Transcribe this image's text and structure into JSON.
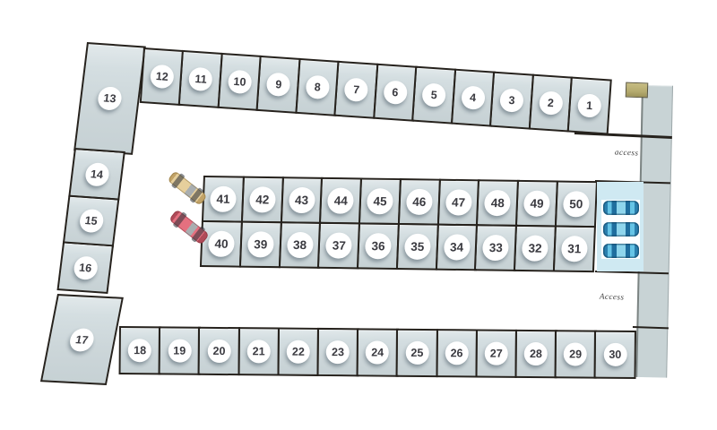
{
  "colors": {
    "unit-fill": "#ccd6d9",
    "unit-fill-light": "#e2e9eb",
    "outline": "#26221d",
    "road": "#c8d3d5",
    "parking": "#cfe9f2",
    "parking-inner": "#fdfeff",
    "gate": "#b5ab6f",
    "badge-bg": "#ffffff",
    "badge-text": "#3a3a40",
    "car-blue": "#4fb3da",
    "car-tan": "#e6cf9c",
    "car-red": "#e4707f",
    "label-color": "#3a3a3a"
  },
  "plan": {
    "top_corner_unit": "13",
    "top_row_units": [
      "12",
      "11",
      "10",
      "9",
      "8",
      "7",
      "6",
      "5",
      "4",
      "3",
      "2",
      "1"
    ],
    "left_column_units": [
      "14",
      "15",
      "16"
    ],
    "bottom_corner_unit": "17",
    "bottom_row_units": [
      "18",
      "19",
      "20",
      "21",
      "22",
      "23",
      "24",
      "25",
      "26",
      "27",
      "28",
      "29",
      "30"
    ],
    "island_top_row_units": [
      "41",
      "42",
      "43",
      "44",
      "45",
      "46",
      "47",
      "48",
      "49",
      "50"
    ],
    "island_bottom_row_units": [
      "40",
      "39",
      "38",
      "37",
      "36",
      "35",
      "34",
      "33",
      "32",
      "31"
    ],
    "labels": {
      "access_upper": "access",
      "access_lower": "Access"
    },
    "vehicles": {
      "visitor_cars": [
        "blue-car",
        "blue-car",
        "blue-car"
      ],
      "courtyard_cars": [
        "tan-car",
        "red-car"
      ]
    }
  }
}
